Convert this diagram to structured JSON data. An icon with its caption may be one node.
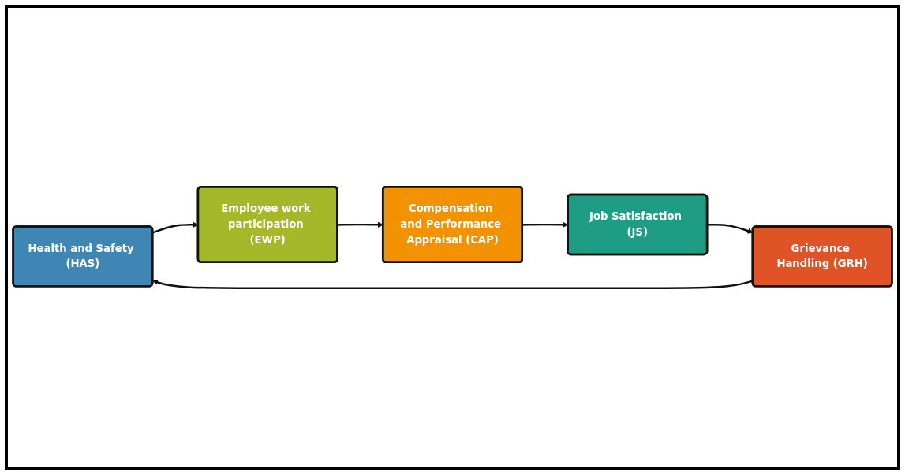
{
  "diagram": {
    "nodes": [
      {
        "text": [
          "Health and Safety (HAS)"
        ]
      },
      {
        "text": [
          "Employee work participation (EWP)"
        ]
      },
      {
        "text": [
          "Compensation and Performance Appraisal (CAP)"
        ]
      },
      {
        "text": [
          "Job Satisfaction (JS)"
        ]
      },
      {
        "text": [
          "Grievance Handling (GRH)"
        ]
      }
    ],
    "edges": [
      {
        "from": 0,
        "to": 1,
        "arrow": "to"
      },
      {
        "from": 1,
        "to": 2,
        "arrow": "to"
      },
      {
        "from": 2,
        "to": 3,
        "arrow": "to"
      },
      {
        "from": 3,
        "to": 4,
        "arrow": "to"
      },
      {
        "from": 4,
        "to": 0,
        "arrow": "to"
      }
    ]
  }
}
